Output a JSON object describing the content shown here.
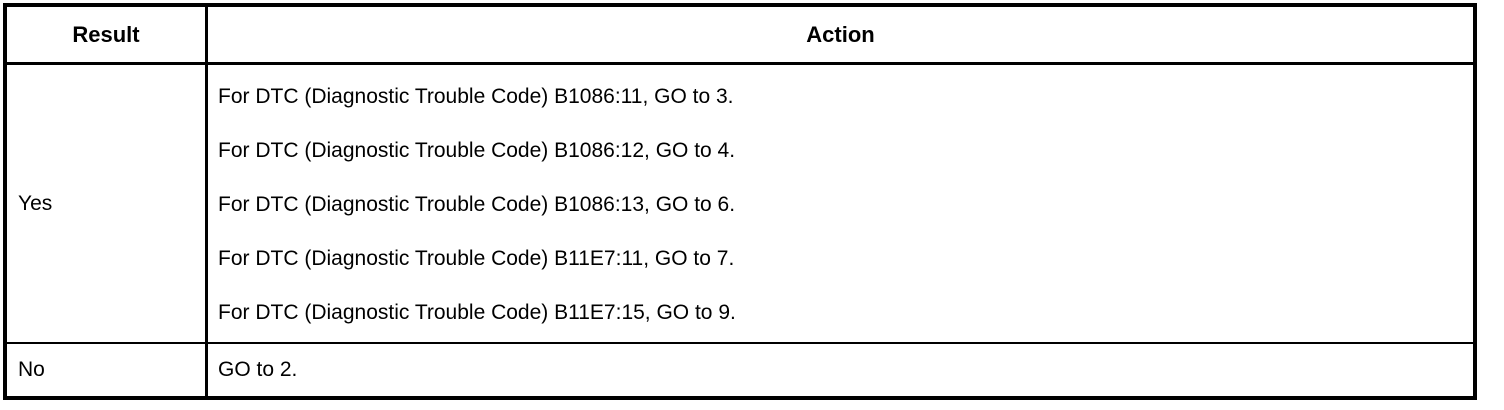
{
  "table": {
    "headers": {
      "result": "Result",
      "action": "Action"
    },
    "rows": [
      {
        "result": "Yes",
        "actions": [
          "For DTC (Diagnostic Trouble Code) B1086:11, GO to 3.",
          "For DTC (Diagnostic Trouble Code) B1086:12, GO to 4.",
          "For DTC (Diagnostic Trouble Code) B1086:13, GO to 6.",
          "For DTC (Diagnostic Trouble Code) B11E7:11, GO to 7.",
          "For DTC (Diagnostic Trouble Code) B11E7:15, GO to 9."
        ]
      },
      {
        "result": "No",
        "actions": [
          "GO to 2."
        ]
      }
    ],
    "colors": {
      "border": "#000000",
      "text": "#000000",
      "background": "#ffffff"
    }
  }
}
